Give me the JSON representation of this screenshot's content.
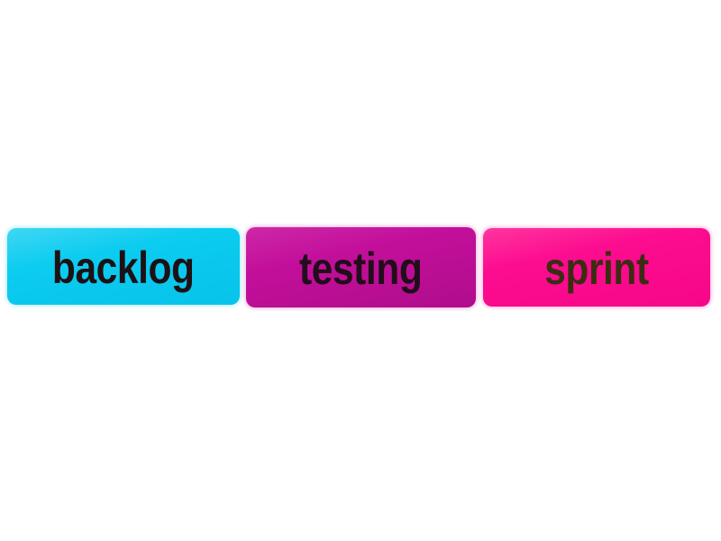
{
  "page": {
    "background_color": "#ffffff",
    "description": "Row of three scrum stage label stickers"
  },
  "labels": [
    {
      "text": "backlog",
      "color_name": "cyan",
      "bg_color": "#0cccf0",
      "bg_top": "#3fd7f3",
      "bg_bottom": "#07c3e9",
      "text_color": "#1d1116"
    },
    {
      "text": "testing",
      "color_name": "magenta",
      "bg_color": "#c30f9b",
      "bg_top": "#cd28a7",
      "bg_bottom": "#b00d8c",
      "text_color": "#220d1a"
    },
    {
      "text": "sprint",
      "color_name": "pink",
      "bg_color": "#fc0c8f",
      "bg_top": "#ff359f",
      "bg_bottom": "#f70689",
      "text_color": "#3b2d12"
    }
  ]
}
